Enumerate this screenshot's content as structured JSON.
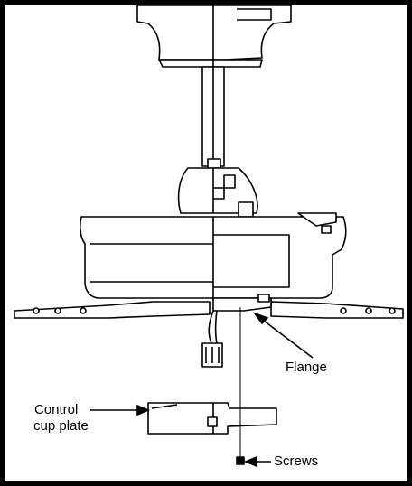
{
  "labels": {
    "flange": "Flange",
    "control_line1": "Control",
    "control_line2": "cup plate",
    "screws": "Screws"
  },
  "colors": {
    "ink": "#000000",
    "paper": "#ffffff"
  }
}
